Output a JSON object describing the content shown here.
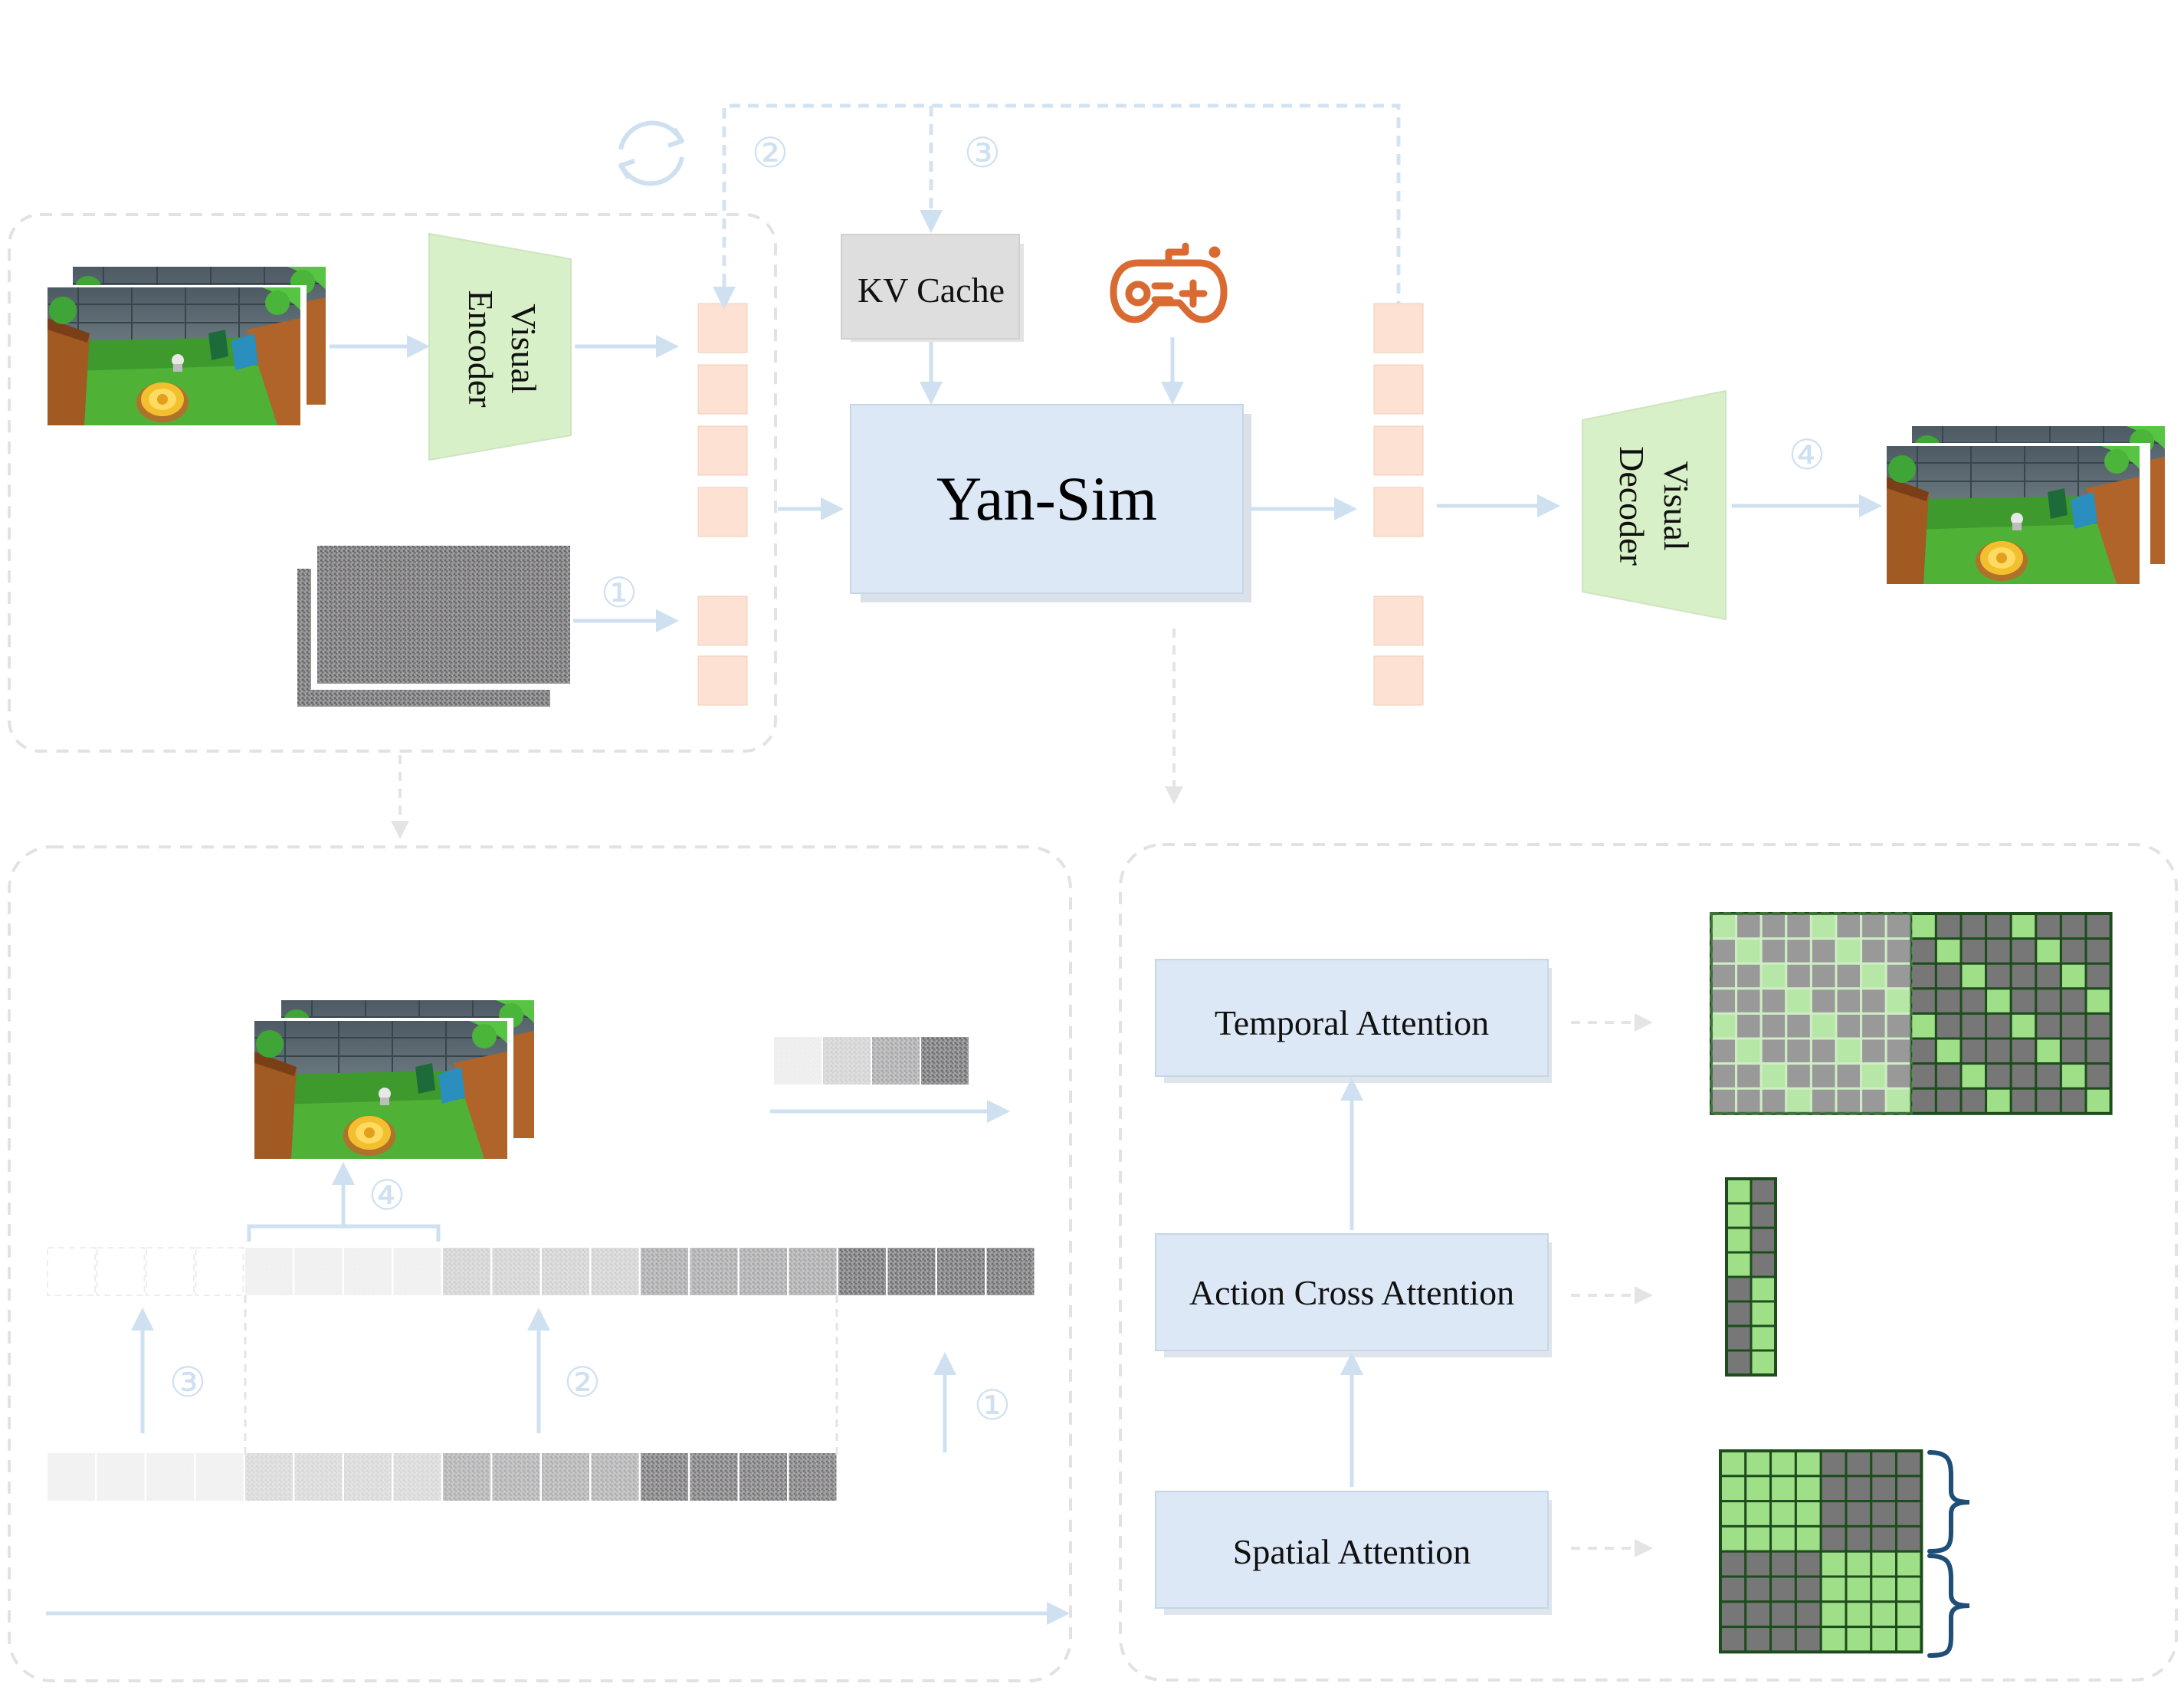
{
  "labels": {
    "visual_encoder": [
      "Visual",
      "Encoder"
    ],
    "visual_decoder": [
      "Visual",
      "Decoder"
    ],
    "kv_cache": "KV Cache",
    "model_name": "Yan-Sim",
    "temporal_attention": "Temporal Attention",
    "action_cross_attention": "Action Cross Attention",
    "spatial_attention": "Spatial Attention"
  },
  "markers": {
    "m1": "①",
    "m2": "②",
    "m3": "③",
    "m4": "④"
  },
  "icons": [
    "refresh-cycle-icon",
    "gamepad-icon",
    "game-frame-image",
    "noise-frame-image",
    "curly-brace-icon"
  ],
  "colors": {
    "token": "#fde1d3",
    "encoder_fill": "#d8f0c8",
    "model_fill": "#dce8f5",
    "kv_fill": "#dedede",
    "faint_line": "#d3e3f2",
    "gamepad": "#d96b32",
    "mask_light": "#9fdf88",
    "mask_dark": "#777777",
    "mask_border": "#1d4d1d",
    "brace": "#1f4e79"
  },
  "masks": {
    "temporal": {
      "rows": 8,
      "cols": 16,
      "split": 8,
      "pattern": [
        "1000100010001000",
        "0100010001000100",
        "0010001000100010",
        "0001000100010001",
        "1000100010001000",
        "0100010001000100",
        "0010001000100010",
        "0001000100010001"
      ]
    },
    "action": {
      "rows": 8,
      "cols": 2,
      "pattern": [
        "10",
        "10",
        "10",
        "10",
        "01",
        "01",
        "01",
        "01"
      ]
    },
    "spatial": {
      "rows": 8,
      "cols": 8,
      "pattern": [
        "11110000",
        "11110000",
        "11110000",
        "11110000",
        "00001111",
        "00001111",
        "00001111",
        "00001111"
      ]
    }
  }
}
